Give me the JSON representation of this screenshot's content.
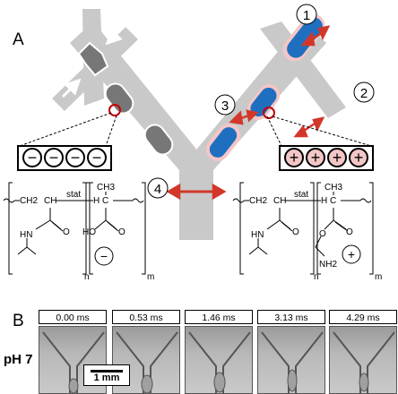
{
  "panel_labels": {
    "a": "A",
    "b": "B"
  },
  "step_markers": [
    "1",
    "2",
    "3",
    "4"
  ],
  "charges": {
    "negative": "−",
    "positive": "+"
  },
  "polymer_left": {
    "backbone_group": "CH2",
    "ch": "CH",
    "c": "C",
    "stat": "stat",
    "methyl": "CH3",
    "oxygen": "O",
    "hydroxyl": "HO",
    "amide_nh": "HN",
    "h": "H",
    "sub_n": "n",
    "sub_m": "m"
  },
  "polymer_right": {
    "backbone_group": "CH2",
    "ch": "CH",
    "c": "C",
    "stat": "stat",
    "methyl": "CH3",
    "oxygen": "O",
    "amide_nh": "HN",
    "amine": "NH2",
    "h": "H",
    "sub_n": "n",
    "sub_m": "m"
  },
  "colors": {
    "channel": "#c9c9c9",
    "droplet_neutral": "#777777",
    "droplet_charged": "#1f6fc0",
    "glow": "#f4c6c6",
    "arrow_red": "#d2372a"
  },
  "frames": [
    "0.00 ms",
    "0.53 ms",
    "1.46 ms",
    "3.13 ms",
    "4.29 ms"
  ],
  "ph_label": "pH 7",
  "scale_label": "1 mm"
}
